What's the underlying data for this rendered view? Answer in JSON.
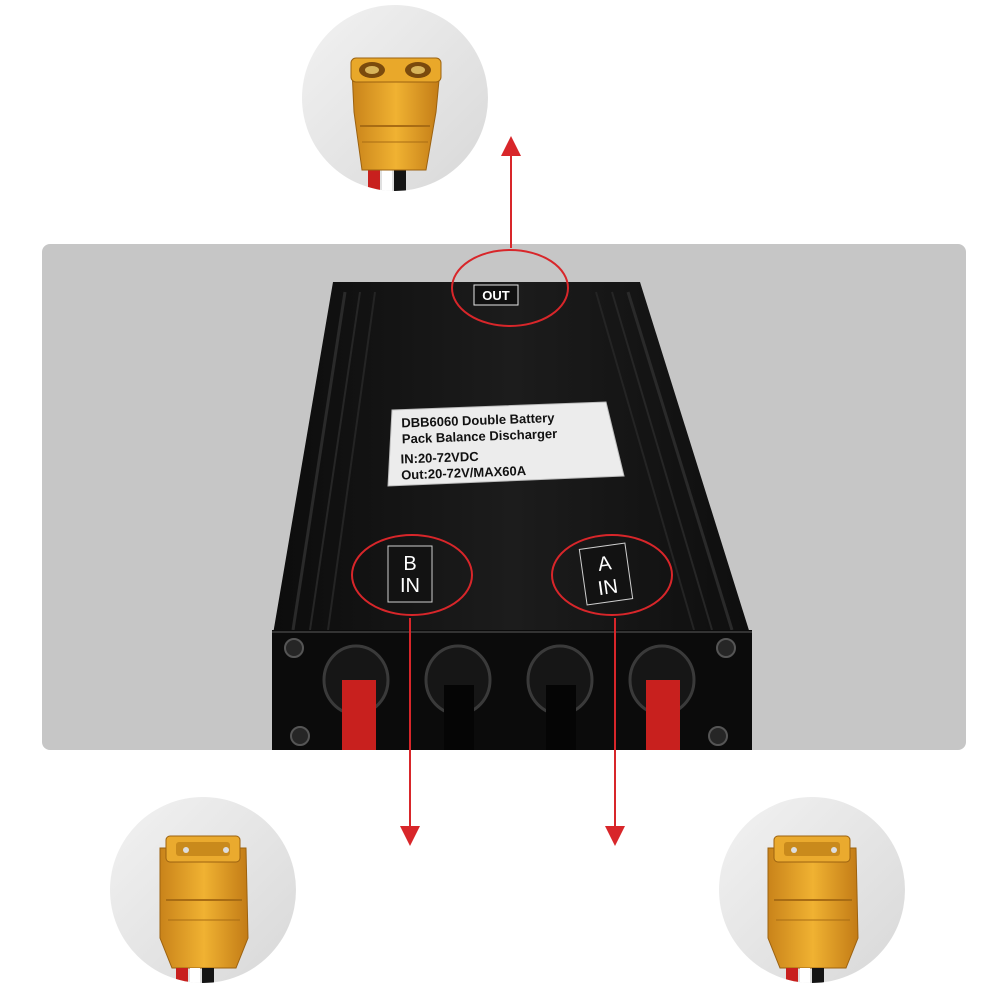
{
  "colors": {
    "background": "#ffffff",
    "panel": "#c6c6c6",
    "case": "#141414",
    "connector": "#e0a12a",
    "wire_red": "#c8201e",
    "arrow": "#d8262a"
  },
  "device": {
    "label_line1": "DBB6060 Double Battery",
    "label_line2": "Pack Balance Discharger",
    "label_line3": "IN:20-72VDC",
    "label_line4": "Out:20-72V/MAX60A",
    "port_out": "OUT",
    "port_b_letter": "B",
    "port_b_in": "IN",
    "port_a_letter": "A",
    "port_a_in": "IN"
  },
  "connectors": {
    "top": "female-xt90-connector",
    "bottom_left": "male-xt90-connector",
    "bottom_right": "male-xt90-connector"
  }
}
